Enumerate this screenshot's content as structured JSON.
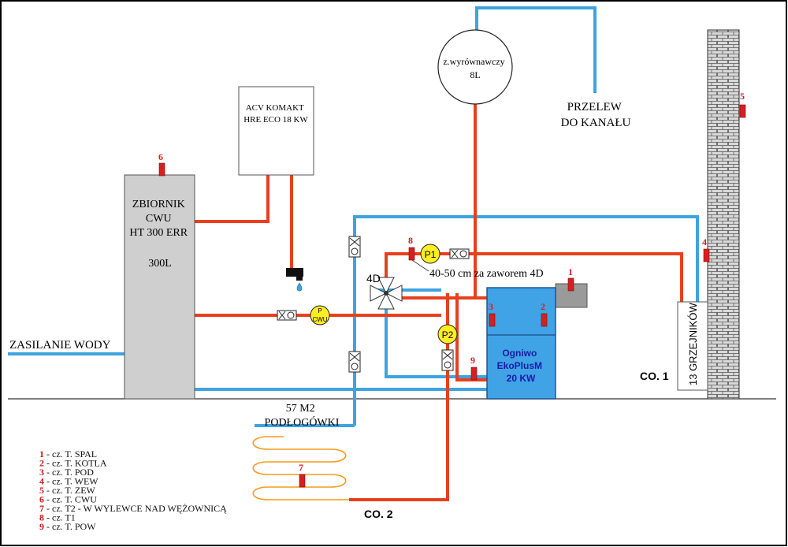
{
  "colors": {
    "hot_pipe": "#e8401c",
    "cold_pipe": "#3fa3df",
    "boiler_fill": "#3fa3e6",
    "boiler_text": "#1a1aa8",
    "tank_fill": "#cfcfcf",
    "sensor": "#d62020",
    "pump": "#ffee22",
    "coil": "#f39c1a",
    "brick": "#d9d9d9",
    "legend_number": "#cc1a1a"
  },
  "labels": {
    "tank": [
      "ZBIORNIK",
      "CWU",
      "HT 300 ERR",
      "",
      "300L"
    ],
    "acv": [
      "ACV KOMAKT",
      "HRE ECO 18 KW"
    ],
    "expansion": [
      "z.wyrównawczy",
      "8L"
    ],
    "overflow": [
      "PRZELEW",
      "DO KANAŁU"
    ],
    "water_supply": "ZASILANIE WODY",
    "boiler": [
      "Ogniwo",
      "EkoPlusM",
      "20 KW"
    ],
    "radiators": "13  GRZEJNIKÓW",
    "co1": "CO. 1",
    "co2": "CO. 2",
    "floor_heating": [
      "57 M2",
      "PODŁOGÓWKI"
    ],
    "valve_note": "40-50 cm za zaworem 4D",
    "valve_4d": "4D",
    "pump_p1": "P1",
    "pump_p2": "P2",
    "pump_cwu": [
      "P",
      "CWU"
    ]
  },
  "sensors": [
    {
      "id": "1",
      "label": "1"
    },
    {
      "id": "2",
      "label": "2"
    },
    {
      "id": "3",
      "label": "3"
    },
    {
      "id": "4",
      "label": "4"
    },
    {
      "id": "5",
      "label": "5"
    },
    {
      "id": "6",
      "label": "6"
    },
    {
      "id": "7",
      "label": "7"
    },
    {
      "id": "8",
      "label": "8"
    },
    {
      "id": "9",
      "label": "9"
    }
  ],
  "legend": [
    {
      "num": "1",
      "text": "- cz. T. SPAL"
    },
    {
      "num": "2",
      "text": "- cz. T. KOTLA"
    },
    {
      "num": "3",
      "text": "- cz. T. POD"
    },
    {
      "num": "4",
      "text": "- cz. T. WEW"
    },
    {
      "num": "5",
      "text": "- cz. T. ZEW"
    },
    {
      "num": "6",
      "text": "- cz. T. CWU"
    },
    {
      "num": "7",
      "text": "- cz. T2 - W WYLEWCE NAD WĘŻOWNICĄ"
    },
    {
      "num": "8",
      "text": "- cz. T1"
    },
    {
      "num": "9",
      "text": "- cz. T. POW"
    }
  ]
}
